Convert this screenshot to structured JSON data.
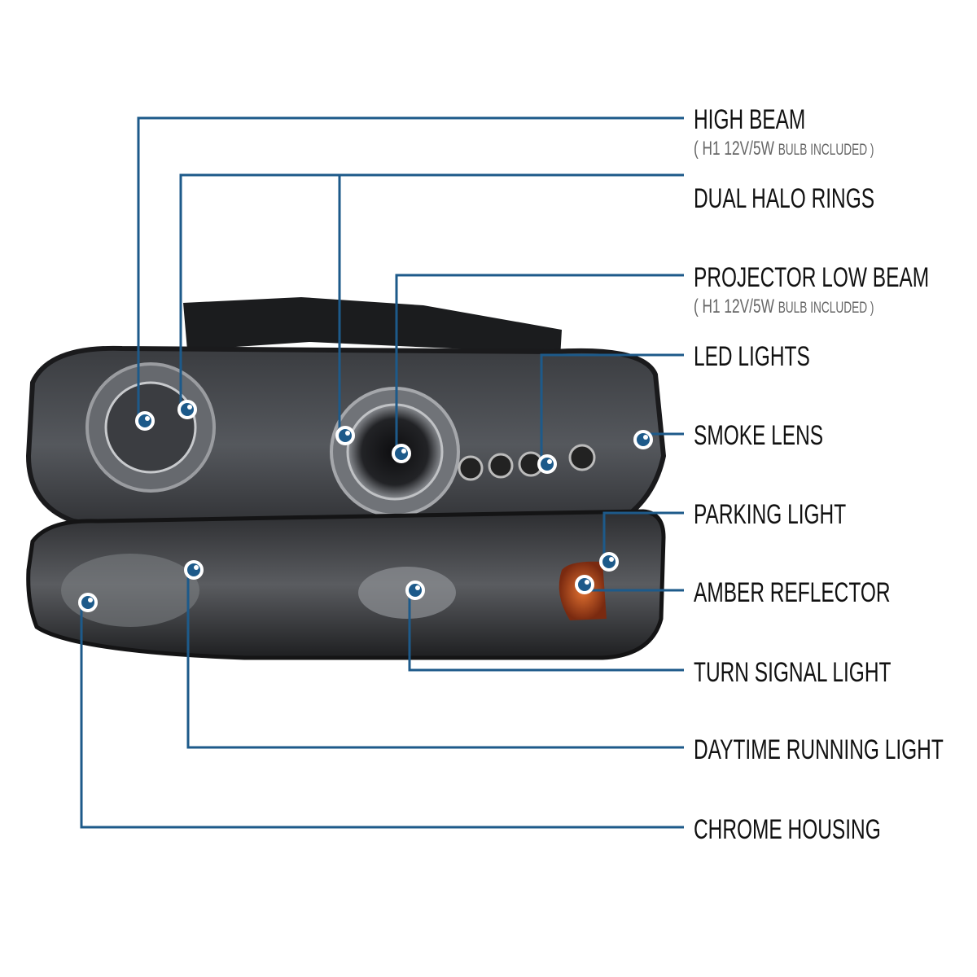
{
  "accent_color": "#1d5a8a",
  "callouts": [
    {
      "label": "HIGH BEAM",
      "sub_main": "( H1 12V/5W",
      "sub_small": "BULB INCLUDED )"
    },
    {
      "label": "DUAL HALO RINGS"
    },
    {
      "label": "PROJECTOR LOW BEAM",
      "sub_main": "( H1 12V/5W",
      "sub_small": "BULB INCLUDED )"
    },
    {
      "label": "LED LIGHTS"
    },
    {
      "label": "SMOKE LENS"
    },
    {
      "label": "PARKING LIGHT"
    },
    {
      "label": "AMBER REFLECTOR"
    },
    {
      "label": "TURN SIGNAL LIGHT"
    },
    {
      "label": "DAYTIME RUNNING LIGHT"
    },
    {
      "label": "CHROME HOUSING"
    }
  ]
}
